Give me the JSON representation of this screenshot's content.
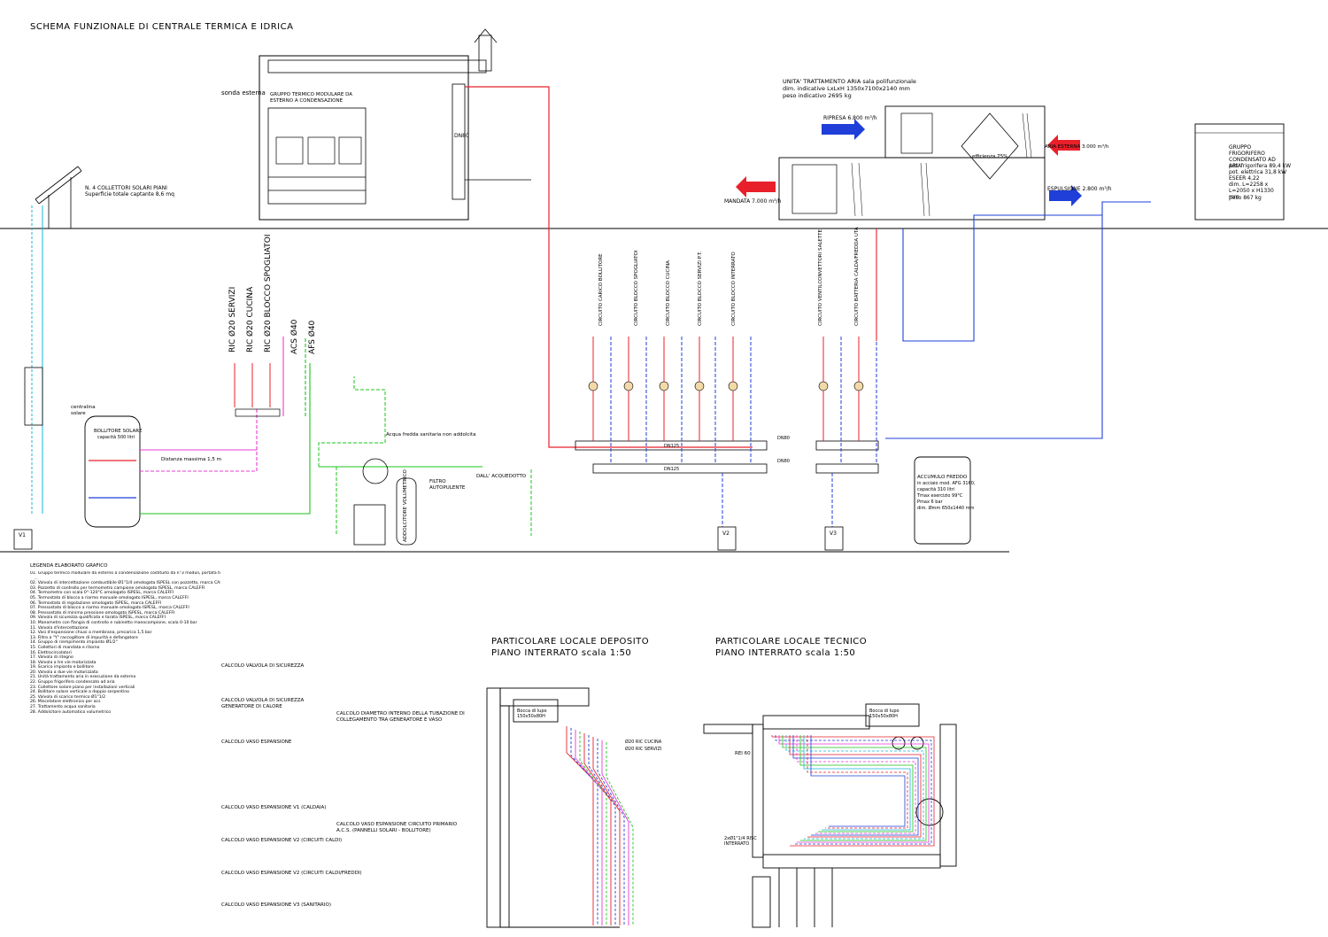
{
  "header": {
    "title": "SCHEMA FUNZIONALE DI CENTRALE TERMICA E IDRICA"
  },
  "boiler": {
    "label": "GRUPPO TERMICO MODULARE DA ESTERNO A CONDENSAZIONE",
    "sonda": "sonda esterna",
    "dn": "DN80"
  },
  "uta": {
    "title": "UNITA' TRATTAMENTO ARIA sala polifunzionale",
    "dims": "dim. indicative LxLxH 1350x7100x2140 mm",
    "weight": "peso indicativo 2695 kg",
    "ripresa": "RIPRESA 6.800 m³/h",
    "mandata": "MANDATA 7.000 m³/h",
    "espulsione": "ESPULSIONE 2.800 m³/h",
    "aria_esterna": "ARIA ESTERNA 3.000 m³/h",
    "efficienza": "efficienza 75%"
  },
  "chiller": {
    "title": "GRUPPO FRIGORIFERO CONDENSATO AD ARIA",
    "line1": "pot. frigorifera 89,4 kW",
    "line2": "pot. elettrica 31,8 kW",
    "line3": "ESEER 4,22",
    "line4": "dim. L=2258 x L=2050 x H1330 mm",
    "line5": "peso 867 kg"
  },
  "solar": {
    "label": "N. 4 COLLETTORI SOLARI PIANI",
    "sub": "Superficie totale captante 8,6 mq",
    "centralina": "centralina solare"
  },
  "bollitore": {
    "label": "BOLLITORE SOLARE",
    "capacity": "capacità 500 litri",
    "distanza": "Distanza massima 1,5 m"
  },
  "circuits_left": [
    "RIC Ø20 SERVIZI",
    "RIC Ø20 CUCINA",
    "RIC Ø20 BLOCCO SPOGLIATOI",
    "ACS Ø40",
    "AFS Ø40"
  ],
  "circuits_right": [
    "CIRCUITO CARICO BOLLITORE",
    "CIRCUITO BLOCCO SPOGLIATOI",
    "CIRCUITO BLOCCO CUCINA",
    "CIRCUITO BLOCCO SERVIZI P.T.",
    "CIRCUITO BLOCCO INTERRATO",
    "CIRCUITO VENTILCONVETTORI SALETTE",
    "CIRCUITO BATTERIA CALDA/FREDDA UTA"
  ],
  "pipes": {
    "acqua_fredda": "Acqua fredda sanitaria non addolcita",
    "acquedotto": "DALL' ACQUEDOTTO",
    "filtro": "FILTRO AUTOPULENTE",
    "addolcitore": "ADDOLCITORE VOLUMETRICO",
    "dn125a": "DN125",
    "dn125b": "DN125",
    "dn80a": "DN80",
    "dn80b": "DN80"
  },
  "accumulo": {
    "title": "ACCUMULO FREDDO",
    "l1": "in acciaio mod. AFG 3160,",
    "l2": "capacità 310 litri",
    "l3": "Tmax esercizio 99°C",
    "l4": "Pmax 6 bar",
    "l5": "dim. Ømm 650x1440 mm"
  },
  "vasi": [
    "V1",
    "V2",
    "V3"
  ],
  "legend": {
    "title": "LEGENDA ELABORATO GRAFICO",
    "body": "01. Gruppo termico modulare da esterno a condensazione costituito da n°3 moduli, portata termica focolare\n   ...\n02. Valvola di intercettazione combustibile Ø1\"1/4 omologata ISPESL con pozzetto, marca CALEFFI\n03. Pozzetto di controllo per termometro campione omologato ISPESL, marca CALEFFI\n04. Termometro con scala 0°-120°C omologato ISPESL, marca CALEFFI\n05. Termostato di blocco a riarmo manuale omologato ISPESL, marca CALEFFI\n06. Termostato di regolazione omologato ISPESL, marca CALEFFI\n07. Pressostato di blocco a riarmo manuale omologato ISPESL, marca CALEFFI\n08. Pressostato di minima pressione omologato ISPESL, marca CALEFFI\n09. Valvola di sicurezza qualificata e tarata ISPESL, marca CALEFFI\n10. Manometro con flangia di controllo e rubinetto manocampione, scala 0-10 bar\n11. Valvola d'intercettazione\n12. Vasi d'espansione chiusi a membrana, precarica 1,5 bar\n13. Filtro a \"Y\" raccoglitore di impurità e defangatore\n14. Gruppo di riempimento impianto Ø1/2\"\n15. Collettori di mandata e ritorno\n16. Elettrocircolatori\n17. Valvola di ritegno\n18. Valvola a tre vie motorizzata\n19. Scarico impianto e bollitore\n20. Valvola a due vie motorizzata\n21. Unità trattamento aria in esecuzione da esterno\n22. Gruppo frigorifero condensato ad aria\n23. Collettore solare piano per installazioni verticali\n24. Bollitore solare verticale a doppio serpentino\n25. Valvola di scarico termico Ø1\"1/2\n26. Miscelatore elettronico per acs\n27. Trattamento acqua sanitaria\n28. Addolcitore automatico volumetrico"
  },
  "calc": {
    "c1": "CALCOLO VALVOLA DI SICUREZZA",
    "c2": "CALCOLO VALVOLA DI SICUREZZA GENERATORE DI CALORE",
    "c3": "CALCOLO VASO ESPANSIONE",
    "c4": "CALCOLO VASO ESPANSIONE V1 (CALDAIA)",
    "c5": "CALCOLO VASO ESPANSIONE V2 (CIRCUITI CALDI)",
    "c6": "CALCOLO VASO ESPANSIONE V2 (CIRCUITI CALDI/FREDDI)",
    "c7": "CALCOLO VASO ESPANSIONE V3 (SANITARIO)",
    "c8": "CALCOLO DIAMETRO INTERNO DELLA TUBAZIONE DI COLLEGAMENTO TRA GENERATORE E VASO",
    "c9": "CALCOLO VASO ESPANSIONE CIRCUITO PRIMARIO A.C.S. (PANNELLI SOLARI - BOLLITORE)"
  },
  "deposito": {
    "title1": "PARTICOLARE LOCALE DEPOSITO",
    "title2": "PIANO INTERRATO scala 1:50",
    "bocca": "Bocca di lupo 150x50x80H",
    "ric1": "Ø20 RIC CUCINA",
    "ric2": "Ø20 RIC SERVIZI"
  },
  "tecnico": {
    "title1": "PARTICOLARE LOCALE TECNICO",
    "title2": "PIANO INTERRATO scala 1:50",
    "bocca": "Bocca di lupo 150x50x80H",
    "rei": "REI 60",
    "ric": "2xØ1\"1/4 RISC INTERRATO"
  },
  "colors": {
    "hot": "#e8202a",
    "cold": "#1f3fd8",
    "green": "#1bc41b",
    "pink": "#e63bd4",
    "cyan": "#18b5d8"
  }
}
